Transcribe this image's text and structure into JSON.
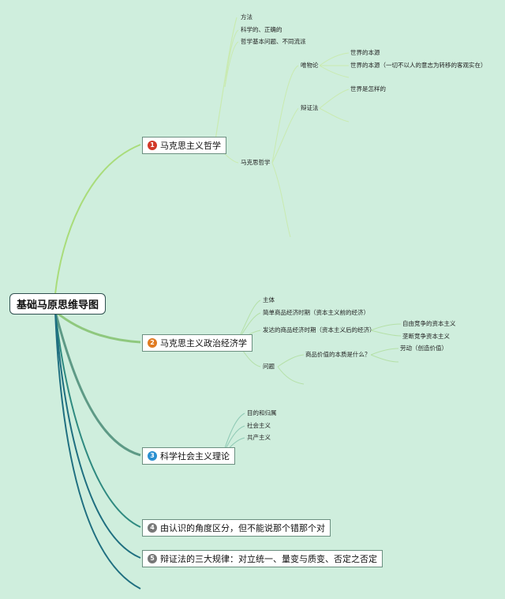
{
  "root": "基础马原思维导图",
  "branches": [
    {
      "num": "1",
      "label": "马克思主义哲学",
      "color": "#d23a2a"
    },
    {
      "num": "2",
      "label": "马克思主义政治经济学",
      "color": "#e07b22"
    },
    {
      "num": "3",
      "label": "科学社会主义理论",
      "color": "#2a8fd0"
    },
    {
      "num": "4",
      "label": "由认识的角度区分，但不能说那个错那个对",
      "color": "#777777"
    },
    {
      "num": "5",
      "label": "辩证法的三大规律：对立统一、量变与质变、否定之否定",
      "color": "#777777"
    }
  ],
  "philosophy": {
    "items": [
      "方法",
      "科学的、正确的",
      "哲学基本问题、不同流派"
    ],
    "marxism": "马克思哲学",
    "materialism": "唯物论",
    "materialism_items": [
      "世界的本源",
      "世界的本源（一切不以人的意志为转移的客观实在）"
    ],
    "dialectics": "辩证法",
    "dialectics_items": [
      "世界是怎样的"
    ]
  },
  "economics": {
    "items": [
      "主体",
      "简单商品经济时期（资本主义前的经济）",
      "发达的商品经济时期（资本主义后的经济）"
    ],
    "developed_items": [
      "自由竞争的资本主义",
      "垄断竞争资本主义"
    ],
    "question": "问题",
    "value_question": "商品价值的本质是什么？",
    "value_answer": "劳动（创造价值）"
  },
  "socialism": {
    "items": [
      "目的和归属",
      "社会主义",
      "共产主义"
    ]
  },
  "colors": {
    "background": "#cfeedd",
    "branch_line_1": "#a9dc7a",
    "branch_line_2": "#8fc87e",
    "branch_line_3": "#5e9a86",
    "branch_line_4": "#2f8a80",
    "branch_line_5": "#1f6f80"
  }
}
